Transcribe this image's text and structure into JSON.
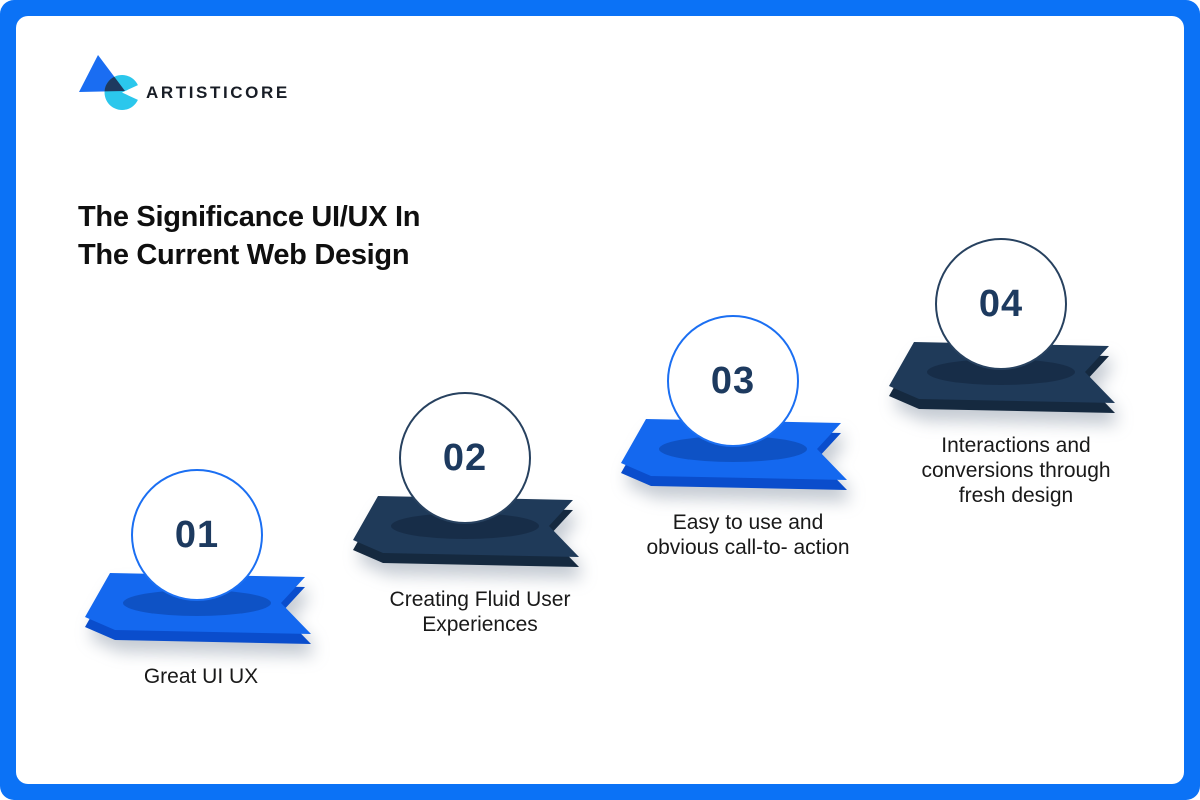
{
  "brand": {
    "name": "ARTISTICORE"
  },
  "title": {
    "line1": "The Significance UI/UX In",
    "line2": "The Current Web Design"
  },
  "colors": {
    "frame": "#0b72f6",
    "background": "#ffffff",
    "logo_triangle": "#1a6df2",
    "logo_pacman": "#2bc7ec",
    "logo_overlap": "#1e3a5f",
    "logo_text": "#181d26",
    "title_text": "#0f0f0f",
    "label_text": "#191919",
    "number_text": "#1d3a5f",
    "arrow_blue": "#1468ef",
    "arrow_blue_side": "#0a4dcc",
    "arrow_navy": "#1f3a59",
    "arrow_navy_side": "#15293f",
    "circle_border_blue": "#1b6ff2",
    "circle_border_navy": "#27415f"
  },
  "steps": [
    {
      "number": "01",
      "style": "blue",
      "lines": [
        "Great UI UX"
      ]
    },
    {
      "number": "02",
      "style": "navy",
      "lines": [
        "Creating Fluid User",
        "Experiences"
      ]
    },
    {
      "number": "03",
      "style": "blue",
      "lines": [
        "Easy to use and",
        "obvious call-to- action"
      ]
    },
    {
      "number": "04",
      "style": "navy",
      "lines": [
        "Interactions and",
        "conversions through",
        "fresh design"
      ]
    }
  ]
}
